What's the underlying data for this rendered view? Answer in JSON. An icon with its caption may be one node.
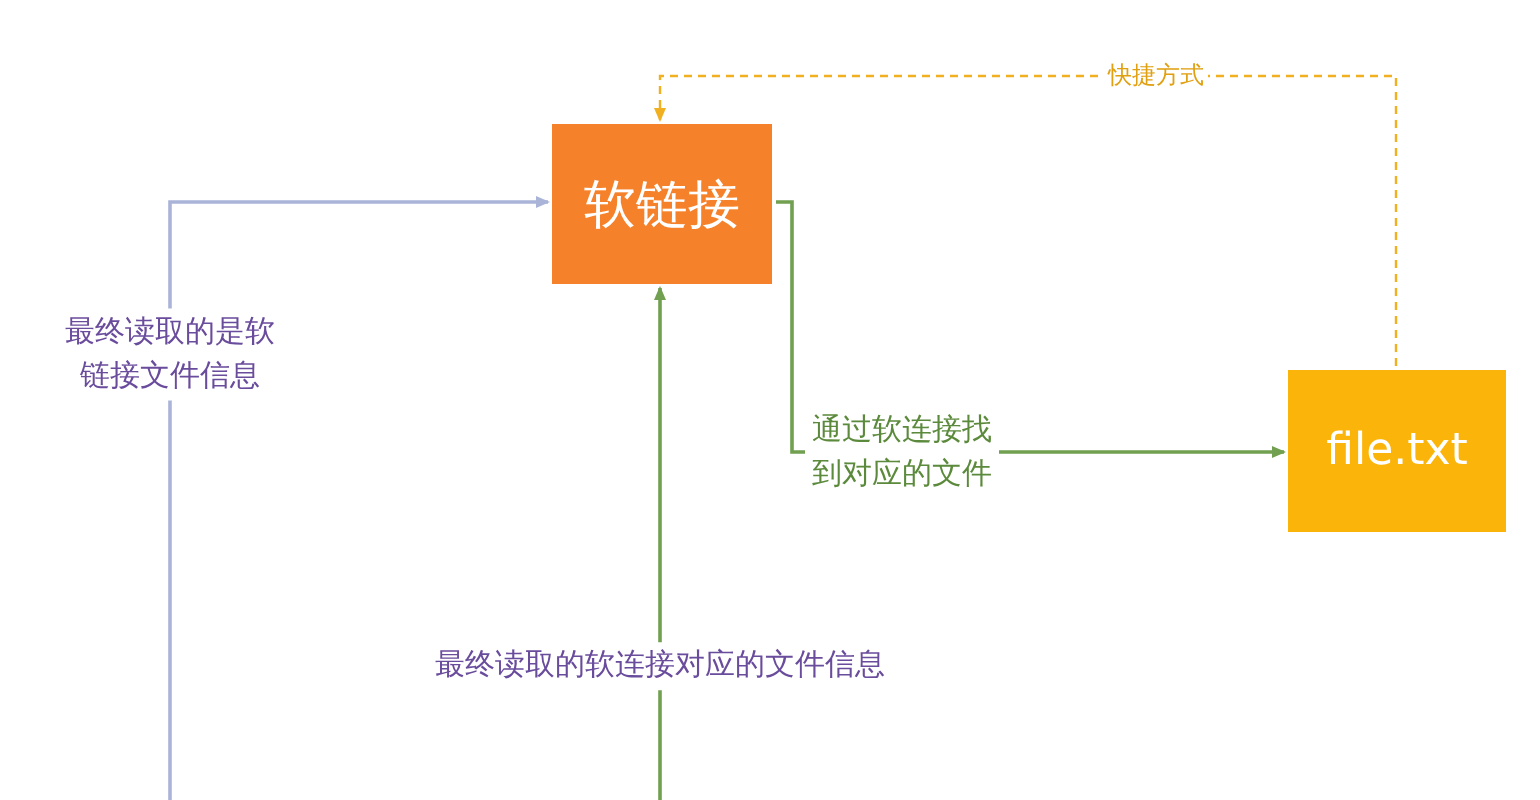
{
  "diagram": {
    "nodes": [
      {
        "text": [
          "软链接"
        ]
      },
      {
        "text": [
          "file.txt"
        ]
      }
    ],
    "edges": [
      {
        "from": null,
        "to": 0,
        "arrow": "to",
        "label": "最终读取的是软链接文件信息",
        "color": "#aab4d8"
      },
      {
        "from": null,
        "to": 0,
        "arrow": "to",
        "label": "最终读取的软连接对应的文件信息"
      },
      {
        "from": 0,
        "to": 1,
        "arrow": "to",
        "label": "通过软连接找到对应的文件"
      },
      {
        "from": 1,
        "to": 0,
        "arrow": "to",
        "label": "快捷方式",
        "style": "dashed",
        "color": "#f0b020"
      }
    ]
  }
}
